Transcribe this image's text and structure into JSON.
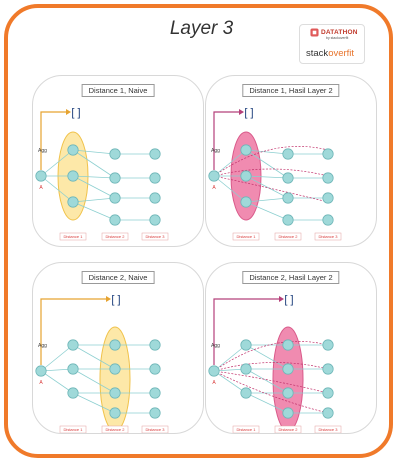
{
  "title": "Layer 3",
  "logo": {
    "datathon": "DATATHON",
    "datathon_sub": "by stackoverfit",
    "stack": "stack",
    "overfit": "overfit"
  },
  "colors": {
    "frame": "#f07a2a",
    "node_fill": "#9fd9d9",
    "node_stroke": "#6fb6b8",
    "naive_fill": "#fde8a8",
    "naive_stroke": "#f0c24a",
    "hasil_fill": "#f08bb0",
    "hasil_stroke": "#d95a8a",
    "naive_arrow": "#e6a330",
    "hasil_arrow": "#b5407a",
    "label_red": "#d93b3b"
  },
  "panels": [
    {
      "title": "Distance 1, Naive",
      "kind": "naive",
      "highlight": 1,
      "bracket": "[ ]",
      "arrow_label": "Agg",
      "node_label": "A",
      "layer_labels": [
        "Distance 1",
        "Distance 2",
        "Distance 3"
      ]
    },
    {
      "title": "Distance 1, Hasil Layer 2",
      "kind": "hasil",
      "highlight": 1,
      "bracket": "[ ]",
      "arrow_label": "Agg",
      "node_label": "A",
      "layer_labels": [
        "Distance 1",
        "Distance 2",
        "Distance 3"
      ]
    },
    {
      "title": "Distance 2, Naive",
      "kind": "naive",
      "highlight": 2,
      "bracket": "[ ]",
      "arrow_label": "Agg",
      "node_label": "A",
      "layer_labels": [
        "Distance 1",
        "Distance 2",
        "Distance 3"
      ]
    },
    {
      "title": "Distance 2, Hasil Layer 2",
      "kind": "hasil",
      "highlight": 2,
      "bracket": "[ ]",
      "arrow_label": "Agg",
      "node_label": "A",
      "layer_labels": [
        "Distance 1",
        "Distance 2",
        "Distance 3"
      ]
    }
  ]
}
